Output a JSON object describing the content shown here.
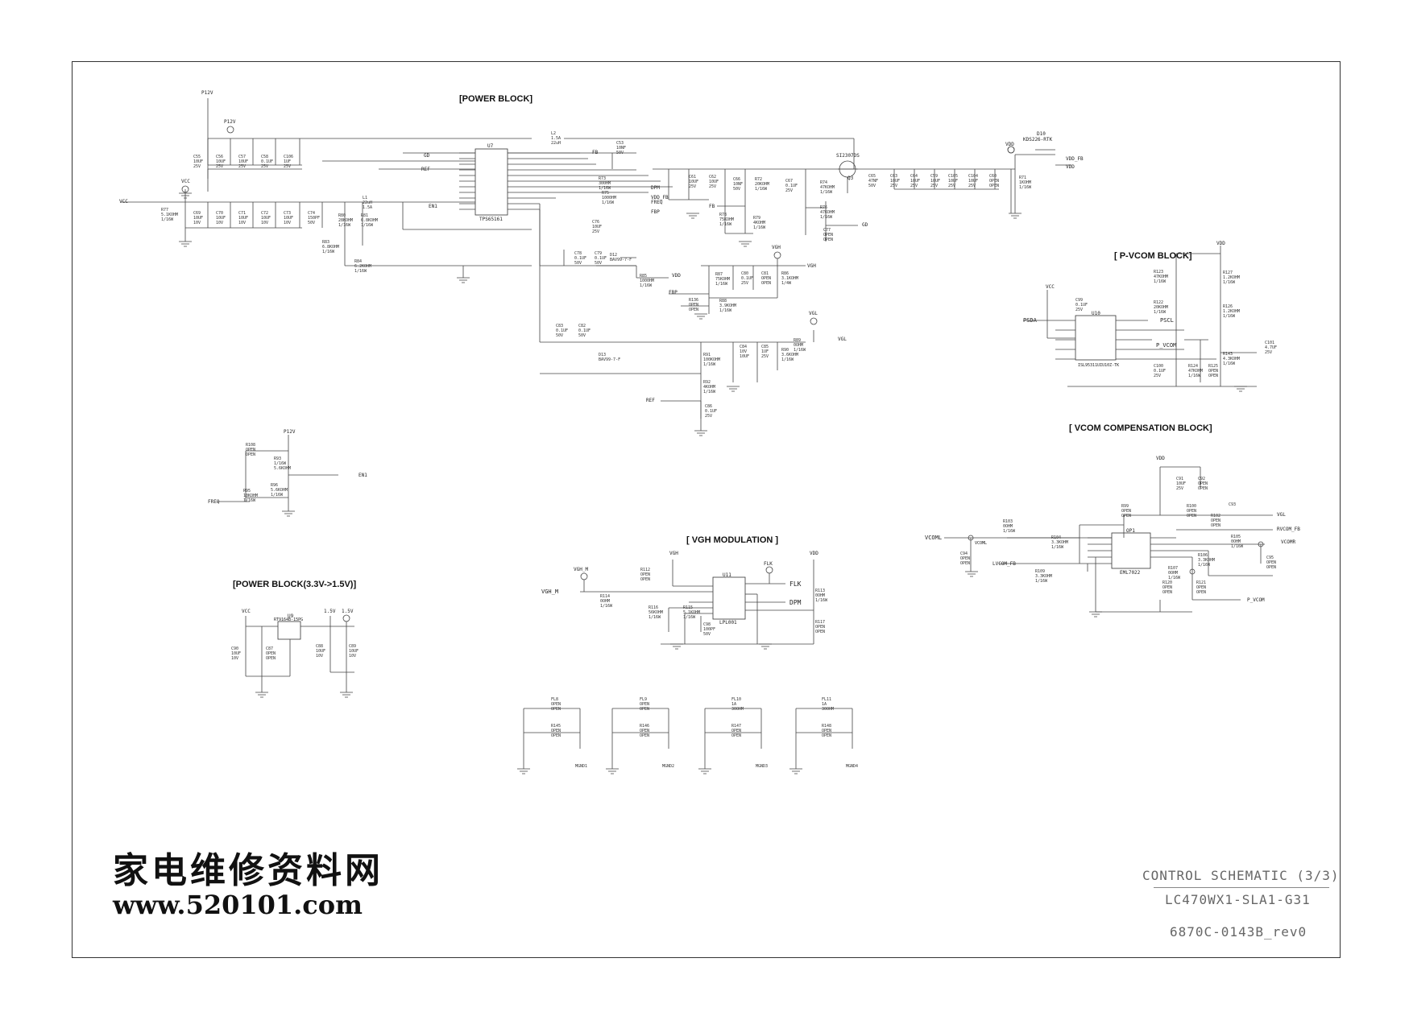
{
  "sections": {
    "power_block": "[POWER BLOCK]",
    "p_vcom_block": "[ P-VCOM BLOCK]",
    "vcom_comp_block": "[ VCOM COMPENSATION BLOCK]",
    "vgh_modulation": "[ VGH MODULATION ]",
    "power_block_33": "[POWER BLOCK(3.3V->1.5V)]"
  },
  "title_block": {
    "title": "CONTROL SCHEMATIC (3/3)",
    "model": "LC470WX1-SLA1-G31",
    "doc_no": "6870C-0143B_rev0"
  },
  "watermark": {
    "chinese": "家电维修资料网",
    "url": "www.520101.com"
  },
  "nets": {
    "p12v": "P12V",
    "vcc": "VCC",
    "vdd": "VDD",
    "vgh": "VGH",
    "vgl": "VGL",
    "fb": "FB",
    "gd": "GD",
    "ref": "REF",
    "en1": "EN1",
    "dpm": "DPM",
    "vdd_fb": "VDD_FB",
    "freq": "FREQ",
    "fbp": "FBP",
    "psda": "PSDA",
    "pscl": "PSCL",
    "p_vcom": "P_VCOM",
    "vcoml": "VCOML",
    "vcomr": "VCOMR",
    "lvcom_fb": "LVCOM_FB",
    "rvcom_fb": "RVCOM_FB",
    "flk": "FLK",
    "vgh_m": "VGH_M",
    "v15": "1.5V"
  },
  "ics": {
    "u7": {
      "ref": "U7",
      "part": "TPS65161"
    },
    "u10": {
      "ref": "U10",
      "part": "ISL95311UIU10Z-TK"
    },
    "u11": {
      "ref": "U11",
      "part": "LPL001"
    },
    "op1": {
      "ref": "OP1",
      "part": "EML7022"
    },
    "u9": {
      "ref": "U9",
      "part": "RT9164B-15PG"
    },
    "q3": {
      "ref": "Q3",
      "part": "SI2307DS"
    },
    "d10": {
      "ref": "D10",
      "part": "KDS226-RTK"
    }
  },
  "components": {
    "l2": [
      "L2",
      "1.5A",
      "22uH"
    ],
    "l1": [
      "L1",
      "22uH",
      "1.5A"
    ],
    "c55": [
      "C55",
      "10UF",
      "25V"
    ],
    "c56": [
      "C56",
      "10UF",
      "25V"
    ],
    "c57": [
      "C57",
      "10UF",
      "25V"
    ],
    "c58": [
      "C58",
      "0.1UF",
      "25V"
    ],
    "c106": [
      "C106",
      "1UF",
      "25V"
    ],
    "c69": [
      "C69",
      "10UF",
      "10V"
    ],
    "c70": [
      "C70",
      "10UF",
      "10V"
    ],
    "c71": [
      "C71",
      "10UF",
      "10V"
    ],
    "c72": [
      "C72",
      "10UF",
      "10V"
    ],
    "c73": [
      "C73",
      "10UF",
      "10V"
    ],
    "c74": [
      "C74",
      "150PF",
      "50V"
    ],
    "r77": [
      "R77",
      "5.1KOHM",
      "1/16W"
    ],
    "r80": [
      "R80",
      "28KOHM",
      "1/16W"
    ],
    "r81": [
      "R81",
      "6.8KOHM",
      "1/16W"
    ],
    "r83": [
      "R83",
      "6.8KOHM",
      "1/16W"
    ],
    "r84": [
      "R84",
      "6.2KOHM",
      "1/16W"
    ],
    "c53": [
      "C53",
      "10NF",
      "50V"
    ],
    "c76": [
      "C76",
      "10UF",
      "25V"
    ],
    "r73": [
      "R73",
      "300HM",
      "1/16W"
    ],
    "r75": [
      "R75",
      "1000HM",
      "1/16W"
    ],
    "c61": [
      "C61",
      "10UF",
      "25V"
    ],
    "c62": [
      "C62",
      "10UF",
      "25V"
    ],
    "c66": [
      "C66",
      "10NF",
      "50V"
    ],
    "r72": [
      "R72",
      "20KOHM",
      "1/16W"
    ],
    "r78": [
      "R78",
      "75KOHM",
      "1/16W"
    ],
    "r79": [
      "R79",
      "4KOHM",
      "1/16W"
    ],
    "c67": [
      "C67",
      "0.1UF",
      "25V"
    ],
    "r74": [
      "R74",
      "47KOHM",
      "1/16W"
    ],
    "r76": [
      "R76",
      "47KOHM",
      "1/16W"
    ],
    "c77": [
      "C77",
      "OPEN",
      "OPEN"
    ],
    "c65": [
      "C65",
      "47NF",
      "50V"
    ],
    "c63": [
      "C63",
      "10UF",
      "25V"
    ],
    "c64": [
      "C64",
      "10UF",
      "25V"
    ],
    "c59": [
      "C59",
      "10UF",
      "25V"
    ],
    "c105": [
      "C105",
      "10UF",
      "25V"
    ],
    "c104": [
      "C104",
      "10UF",
      "25V"
    ],
    "c60": [
      "C60",
      "OPEN",
      "OPEN"
    ],
    "r71": [
      "R71",
      "1KOHM",
      "1/16W"
    ],
    "c78": [
      "C78",
      "0.1UF",
      "50V"
    ],
    "c79": [
      "C79",
      "0.1UF",
      "50V"
    ],
    "d12": [
      "D12",
      "BAV99-7-F",
      ""
    ],
    "r85": [
      "R85",
      "1000HM",
      "1/16W"
    ],
    "r87": [
      "R87",
      "75KOHM",
      "1/16W"
    ],
    "r88": [
      "R88",
      "3.9KOHM",
      "1/16W"
    ],
    "r136": [
      "R136",
      "OPEN",
      "OPEN"
    ],
    "c80": [
      "C80",
      "0.1UF",
      "25V"
    ],
    "c81": [
      "C81",
      "OPEN",
      "OPEN"
    ],
    "r86": [
      "R86",
      "3.1KOHM",
      "1/4W"
    ],
    "c83": [
      "C83",
      "0.1UF",
      "50V"
    ],
    "c82": [
      "C82",
      "0.1UF",
      "50V"
    ],
    "d13": [
      "D13",
      "BAV99-7-F",
      ""
    ],
    "r89": [
      "R89",
      "0OHM",
      "1/16W"
    ],
    "r91": [
      "R91",
      "100KOHM",
      "1/16W"
    ],
    "r92": [
      "R92",
      "4KOHM",
      "1/16W"
    ],
    "c84": [
      "C84",
      "10V",
      "10UF"
    ],
    "c85": [
      "C85",
      "1UF",
      "25V"
    ],
    "r90": [
      "R90",
      "3.6KOHM",
      "1/16W"
    ],
    "c86": [
      "C86",
      "0.1UF",
      "25V"
    ],
    "r123": [
      "R123",
      "47KOHM",
      "1/16W"
    ],
    "r122": [
      "R122",
      "20KOHM",
      "1/16W"
    ],
    "r127": [
      "R127",
      "1.2KOHM",
      "1/16W"
    ],
    "r126": [
      "R126",
      "1.2KOHM",
      "1/16W"
    ],
    "r143": [
      "R143",
      "4.3KOHM",
      "1/16W"
    ],
    "c101": [
      "C101",
      "4.7UF",
      "25V"
    ],
    "c99": [
      "C99",
      "0.1UF",
      "25V"
    ],
    "c100": [
      "C100",
      "0.1UF",
      "25V"
    ],
    "r124": [
      "R124",
      "47KOHM",
      "1/16W"
    ],
    "r125": [
      "R125",
      "OPEN",
      "OPEN"
    ],
    "r108": [
      "R108",
      "OPEN",
      "OPEN"
    ],
    "r93": [
      "R93",
      "1/16W",
      "5.6KOHM"
    ],
    "r96": [
      "R96",
      "5.6KOHM",
      "1/16W"
    ],
    "r95": [
      "R95",
      "10KOHM",
      "1/16W"
    ],
    "r112": [
      "R112",
      "OPEN",
      "OPEN"
    ],
    "r114": [
      "R114",
      "0OHM",
      "1/16W"
    ],
    "r115": [
      "R115",
      "5.1KOHM",
      "1/16W"
    ],
    "r116": [
      "R116",
      "56KOHM",
      "1/16W"
    ],
    "c98": [
      "C98",
      "100PF",
      "50V"
    ],
    "r113": [
      "R113",
      "0OHM",
      "1/16W"
    ],
    "r117": [
      "R117",
      "OPEN",
      "OPEN"
    ],
    "c91": [
      "C91",
      "10UF",
      "25V"
    ],
    "c92": [
      "C92",
      "OPEN",
      "OPEN"
    ],
    "r99": [
      "R99",
      "OPEN",
      "OPEN"
    ],
    "r100": [
      "R100",
      "OPEN",
      "OPEN"
    ],
    "r102": [
      "R102",
      "OPEN",
      "OPEN"
    ],
    "c93": [
      "C93",
      "",
      ""
    ],
    "r103": [
      "R103",
      "0OHM",
      "1/16W"
    ],
    "r104": [
      "R104",
      "3.3KOHM",
      "1/16W"
    ],
    "c94": [
      "C94",
      "OPEN",
      "OPEN"
    ],
    "r109": [
      "R109",
      "3.3KOHM",
      "1/16W"
    ],
    "r105": [
      "R105",
      "0OHM",
      "1/16W"
    ],
    "c95": [
      "C95",
      "OPEN",
      "OPEN"
    ],
    "r106": [
      "R106",
      "3.3KOHM",
      "1/16W"
    ],
    "r107": [
      "R107",
      "0OHM",
      "1/16W"
    ],
    "r120": [
      "R120",
      "OPEN",
      "OPEN"
    ],
    "r121": [
      "R121",
      "OPEN",
      "OPEN"
    ],
    "c90": [
      "C90",
      "10UF",
      "10V"
    ],
    "c87": [
      "C87",
      "OPEN",
      "OPEN"
    ],
    "c88": [
      "C88",
      "10UF",
      "10V"
    ],
    "c89": [
      "C89",
      "10UF",
      "10V"
    ],
    "fl8": [
      "FL8",
      "OPEN",
      "OPEN"
    ],
    "fl9": [
      "FL9",
      "OPEN",
      "OPEN"
    ],
    "fl10": [
      "FL10",
      "1A",
      "30OHM"
    ],
    "fl11": [
      "FL11",
      "1A",
      "30OHM"
    ],
    "r145": [
      "R145",
      "OPEN",
      "OPEN"
    ],
    "r146": [
      "R146",
      "OPEN",
      "OPEN"
    ],
    "r147": [
      "R147",
      "OPEN",
      "OPEN"
    ],
    "r148": [
      "R148",
      "OPEN",
      "OPEN"
    ],
    "mgnd1": "MGND1",
    "mgnd2": "MGND2",
    "mgnd3": "MGND3",
    "mgnd4": "MGND4"
  }
}
